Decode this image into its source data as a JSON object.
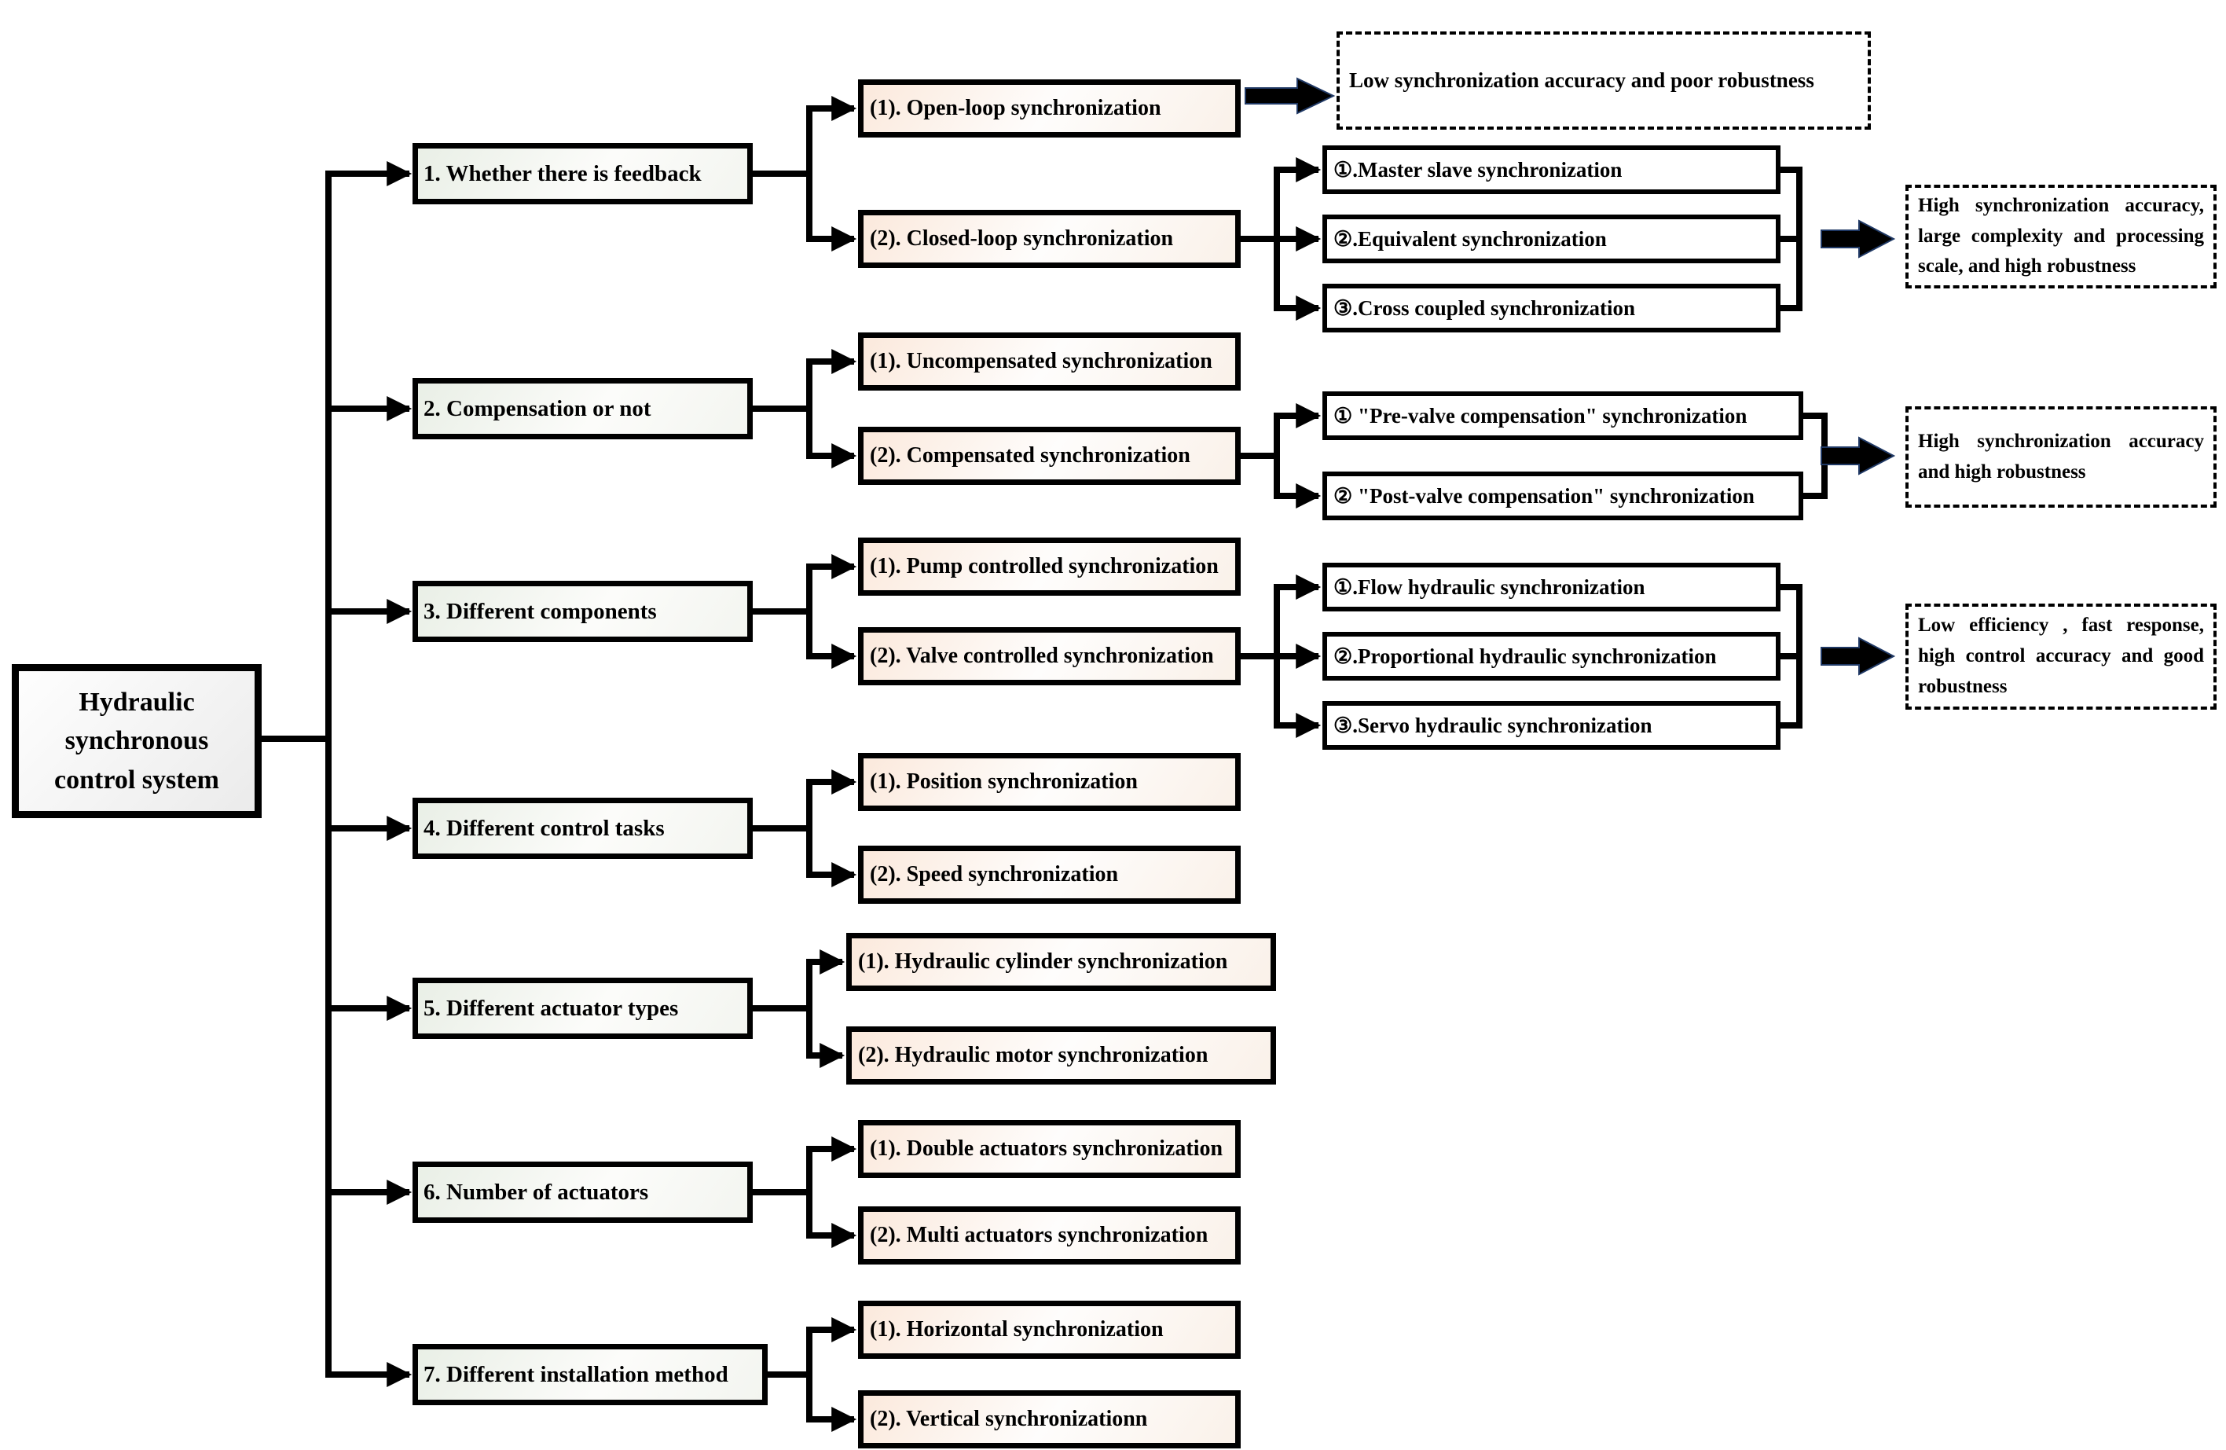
{
  "root": {
    "label": "Hydraulic synchronous control system"
  },
  "branches": [
    {
      "label": "1. Whether there is feedback",
      "subs": [
        "(1). Open-loop synchronization",
        "(2). Closed-loop synchronization"
      ],
      "leaves": [
        "①.Master slave synchronization",
        "②.Equivalent synchronization",
        "③.Cross coupled synchronization"
      ]
    },
    {
      "label": "2. Compensation or not",
      "subs": [
        "(1). Uncompensated synchronization",
        "(2). Compensated synchronization"
      ],
      "leaves": [
        "① \"Pre-valve compensation\" synchronization",
        "② \"Post-valve compensation\" synchronization"
      ]
    },
    {
      "label": "3. Different components",
      "subs": [
        "(1). Pump controlled synchronization",
        "(2). Valve controlled synchronization"
      ],
      "leaves": [
        "①.Flow hydraulic synchronization",
        "②.Proportional hydraulic synchronization",
        "③.Servo hydraulic synchronization"
      ]
    },
    {
      "label": "4. Different control tasks",
      "subs": [
        "(1). Position synchronization",
        "(2). Speed synchronization"
      ],
      "leaves": []
    },
    {
      "label": "5. Different actuator types",
      "subs": [
        "(1). Hydraulic cylinder synchronization",
        "(2). Hydraulic motor synchronization"
      ],
      "leaves": []
    },
    {
      "label": "6. Number of actuators",
      "subs": [
        "(1). Double actuators synchronization",
        "(2). Multi actuators synchronization"
      ],
      "leaves": []
    },
    {
      "label": "7. Different installation method",
      "subs": [
        "(1). Horizontal synchronization",
        "(2). Vertical synchronizationn"
      ],
      "leaves": []
    }
  ],
  "notes": {
    "open_loop": "Low synchronization accuracy and poor robustness",
    "closed_loop": "High synchronization accuracy, large complexity and processing scale, and high robustness",
    "compensated": "High synchronization accuracy and high robustness",
    "valve_controlled": "Low efficiency , fast response, high control accuracy and good robustness"
  },
  "colors": {
    "line": "#000000",
    "category_tint": "#e9efe6",
    "sub_tint": "#fbe9dc",
    "arrow_fill": "#000000",
    "arrow_outline": "#1f3864"
  }
}
